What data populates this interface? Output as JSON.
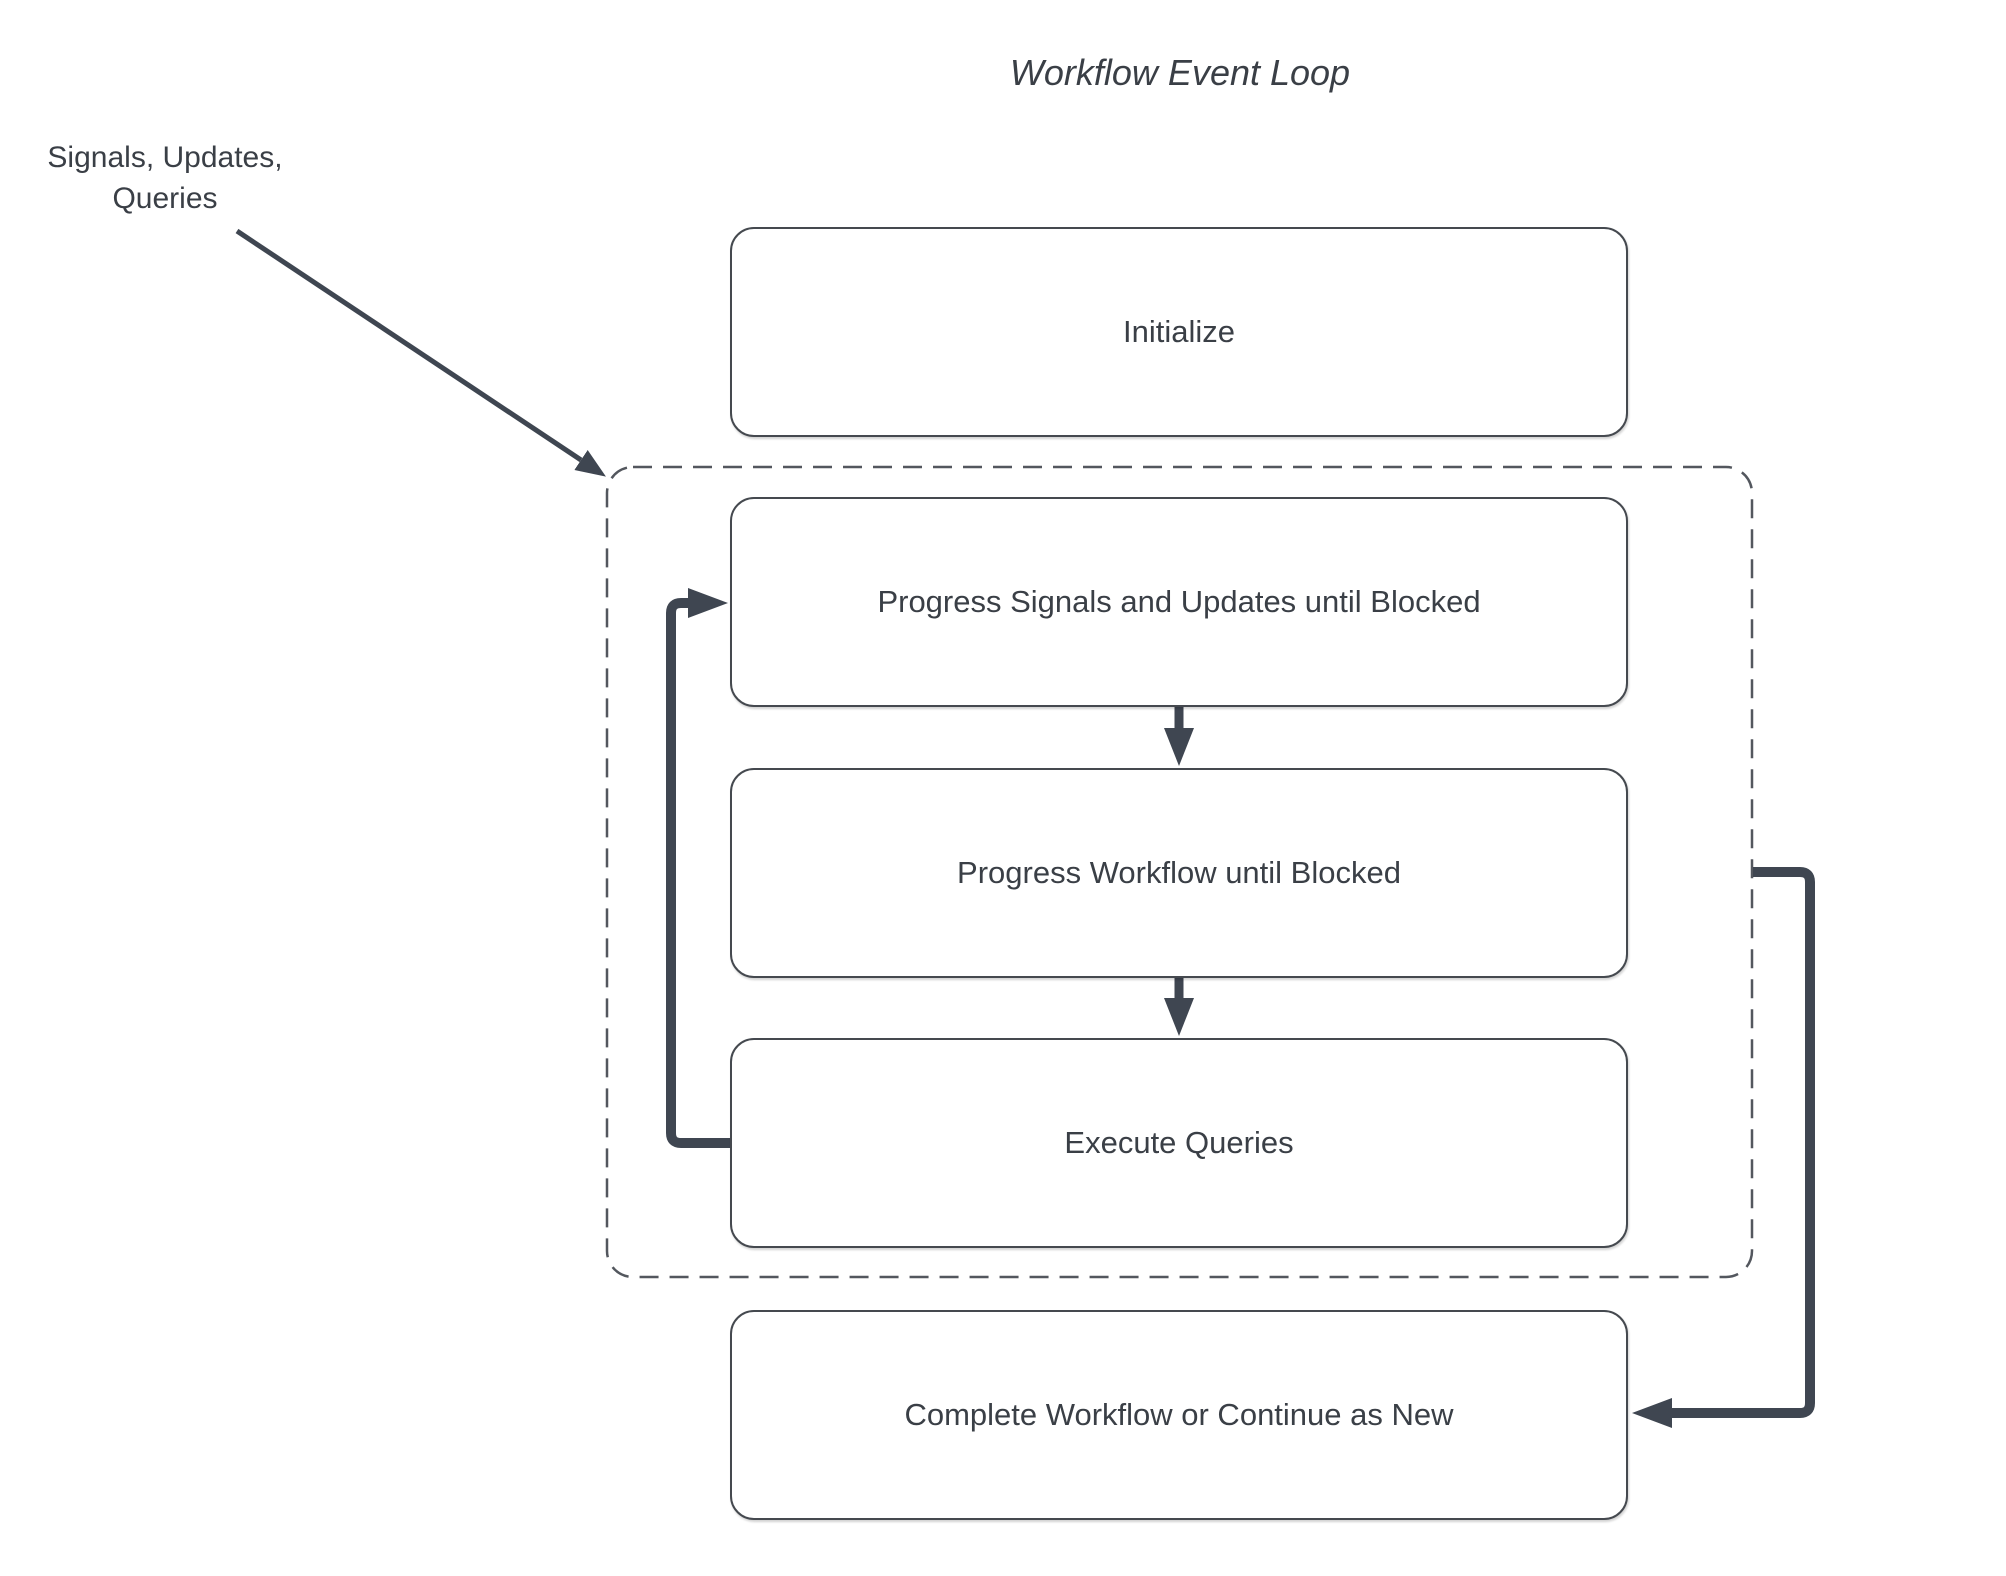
{
  "diagram": {
    "title": "Workflow Event Loop",
    "side_label": "Signals, Updates, Queries",
    "group": {
      "id": "event-loop-group",
      "style": "dashed-rounded-rectangle",
      "contains": [
        "progress-signals",
        "progress-workflow",
        "execute-queries"
      ]
    },
    "nodes": [
      {
        "id": "initialize",
        "label": "Initialize"
      },
      {
        "id": "progress-signals",
        "label": "Progress Signals and Updates until Blocked"
      },
      {
        "id": "progress-workflow",
        "label": "Progress Workflow until Blocked"
      },
      {
        "id": "execute-queries",
        "label": "Execute Queries"
      },
      {
        "id": "complete",
        "label": "Complete Workflow or Continue as New"
      }
    ],
    "edges": [
      {
        "from": "side-label",
        "to": "event-loop-group",
        "style": "thin-diagonal-arrow"
      },
      {
        "from": "progress-signals",
        "to": "progress-workflow",
        "style": "down-arrow"
      },
      {
        "from": "progress-workflow",
        "to": "execute-queries",
        "style": "down-arrow"
      },
      {
        "from": "execute-queries",
        "to": "progress-signals",
        "style": "thick-loop-back-left"
      },
      {
        "from": "event-loop-group",
        "to": "complete",
        "style": "thick-elbow-right"
      }
    ],
    "colors": {
      "background": "#ffffff",
      "connector": "#3f4651",
      "node_border": "#45494f",
      "dashed_border": "#53575e",
      "text": "#3a3f46"
    }
  }
}
